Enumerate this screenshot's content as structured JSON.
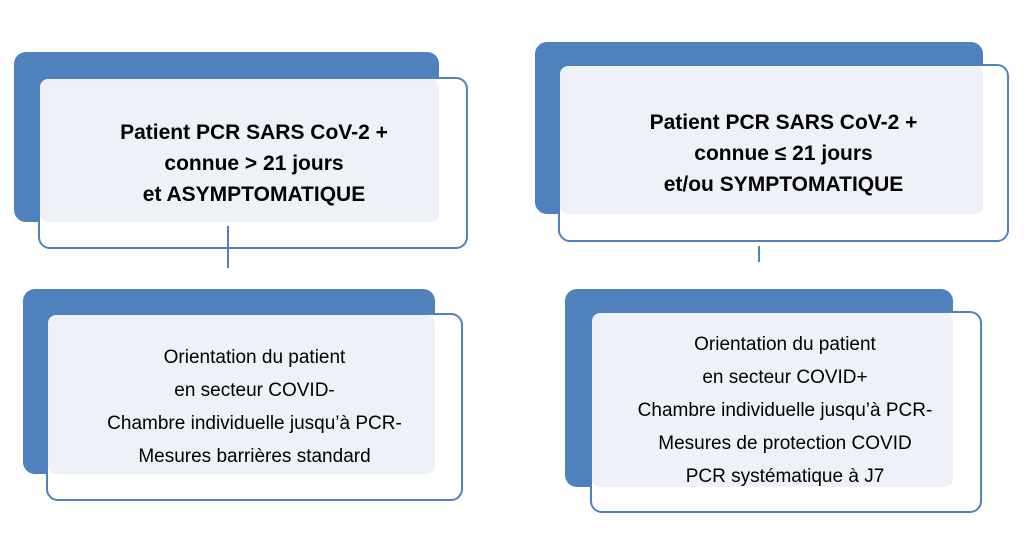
{
  "left": {
    "header_lines": [
      "Patient PCR SARS CoV-2 +",
      "connue > 21 jours",
      "et ASYMPTOMATIQUE"
    ],
    "body_lines": [
      "Orientation du patient",
      "en secteur COVID-",
      "Chambre individuelle jusqu’à PCR-",
      "Mesures barrières standard"
    ]
  },
  "right": {
    "header_lines": [
      "Patient PCR SARS CoV-2 +",
      "connue ≤ 21 jours",
      "et/ou SYMPTOMATIQUE"
    ],
    "body_lines": [
      "Orientation du patient",
      "en secteur COVID+",
      "Chambre individuelle jusqu’à PCR-",
      "Mesures  de protection COVID",
      "PCR  systématique à J7"
    ]
  },
  "colors": {
    "accent": "#4f81bd",
    "inner_fill": "#eef2f8"
  }
}
